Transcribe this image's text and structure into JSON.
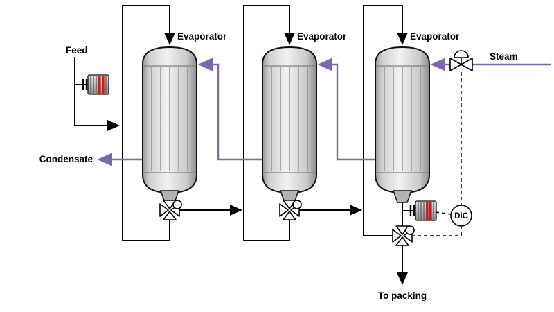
{
  "labels": {
    "feed": "Feed",
    "condensate": "Condensate",
    "steam": "Steam",
    "to_packing": "To packing",
    "controller": "DIC"
  },
  "evaporators": [
    {
      "label": "Evaporator"
    },
    {
      "label": "Evaporator"
    },
    {
      "label": "Evaporator"
    }
  ],
  "colors": {
    "process_line": "#000000",
    "vapor_line": "#7b68ae",
    "instrument_red": "#c22222",
    "vessel_light": "#f2f2f2",
    "vessel_dark": "#909090",
    "background": "#ffffff"
  }
}
